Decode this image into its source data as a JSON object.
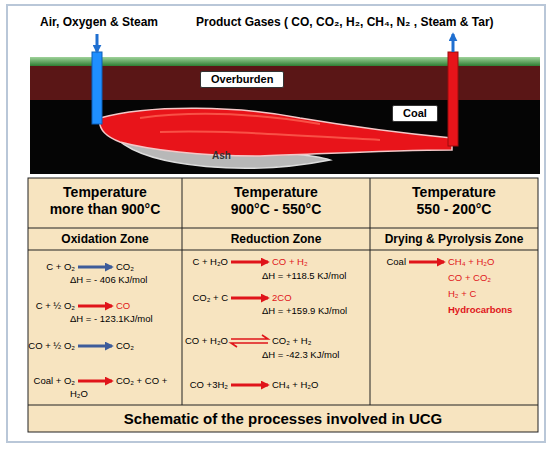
{
  "diagram": {
    "caption": "Schematic of the processes involved in UCG",
    "nodes": [
      {
        "text": [
          "Overburden"
        ]
      },
      {
        "text": [
          "Coal"
        ]
      }
    ],
    "labels": [
      "Air, Oxygen & Steam",
      "Product Gases ( CO, CO₂, H₂, CH₄, N₂ , Steam & Tar)",
      "Ash",
      "Temperature more than 900°C",
      "Temperature 900°C - 550°C",
      "Temperature 550 - 200°C",
      "Oxidation Zone",
      "Reduction Zone",
      "Drying & Pyrolysis Zone",
      "C + O₂",
      "CO₂",
      "ΔH = - 406 KJ/mol",
      "C + ½ O₂",
      "CO",
      "ΔH = - 123.1KJ/mol",
      "CO + ½ O₂",
      "CO₂",
      "Coal + O₂",
      "CO₂ + CO +",
      "H₂O",
      "C + H₂O",
      "CO + H₂",
      "ΔH = +118.5 KJ/mol",
      "CO₂ + C",
      "2CO",
      "ΔH = +159.9 KJ/mol",
      "CO + H₂O",
      "CO₂ + H₂",
      "ΔH = -42.3 KJ/mol",
      "CO +3H₂",
      "CH₄ + H₂O",
      "Coal",
      "CH₄ + H₂O",
      "CO + CO₂",
      "H₂ + C",
      "Hydrocarbons"
    ]
  }
}
